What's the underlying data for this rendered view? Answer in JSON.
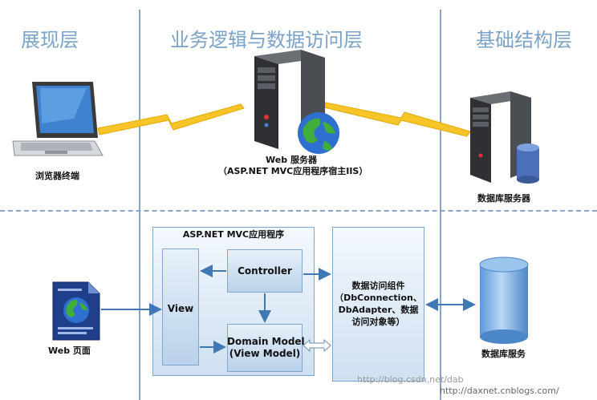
{
  "tiers": {
    "presentation": "展现层",
    "business": "业务逻辑与数据访问层",
    "infrastructure": "基础结构层"
  },
  "top": {
    "browser_label": "浏览器终端",
    "web_server_label_1": "Web 服务器",
    "web_server_label_2": "（ASP.NET MVC应用程序宿主IIS）",
    "db_server_label": "数据库服务器"
  },
  "bottom": {
    "web_page_label": "Web 页面",
    "app_title": "ASP.NET MVC应用程序",
    "view": "View",
    "controller": "Controller",
    "domain_model_1": "Domain Model",
    "domain_model_2": "(View Model)",
    "dal_1": "数据访问组件",
    "dal_2": "（DbConnection、",
    "dal_3": "DbAdapter、数据",
    "dal_4": "访问对象等）",
    "db_service_label": "数据库服务"
  },
  "watermark": {
    "text_1": "http://blog.csdn.net/dab",
    "text_2": "http://daxnet.cnblogs.com/"
  },
  "colors": {
    "tier_title": "#7ba3c9",
    "separator": "#8aa6c1",
    "arrow": "#3f78b5",
    "lightning": "#f7c52a",
    "box_border": "#7fa7cf"
  }
}
